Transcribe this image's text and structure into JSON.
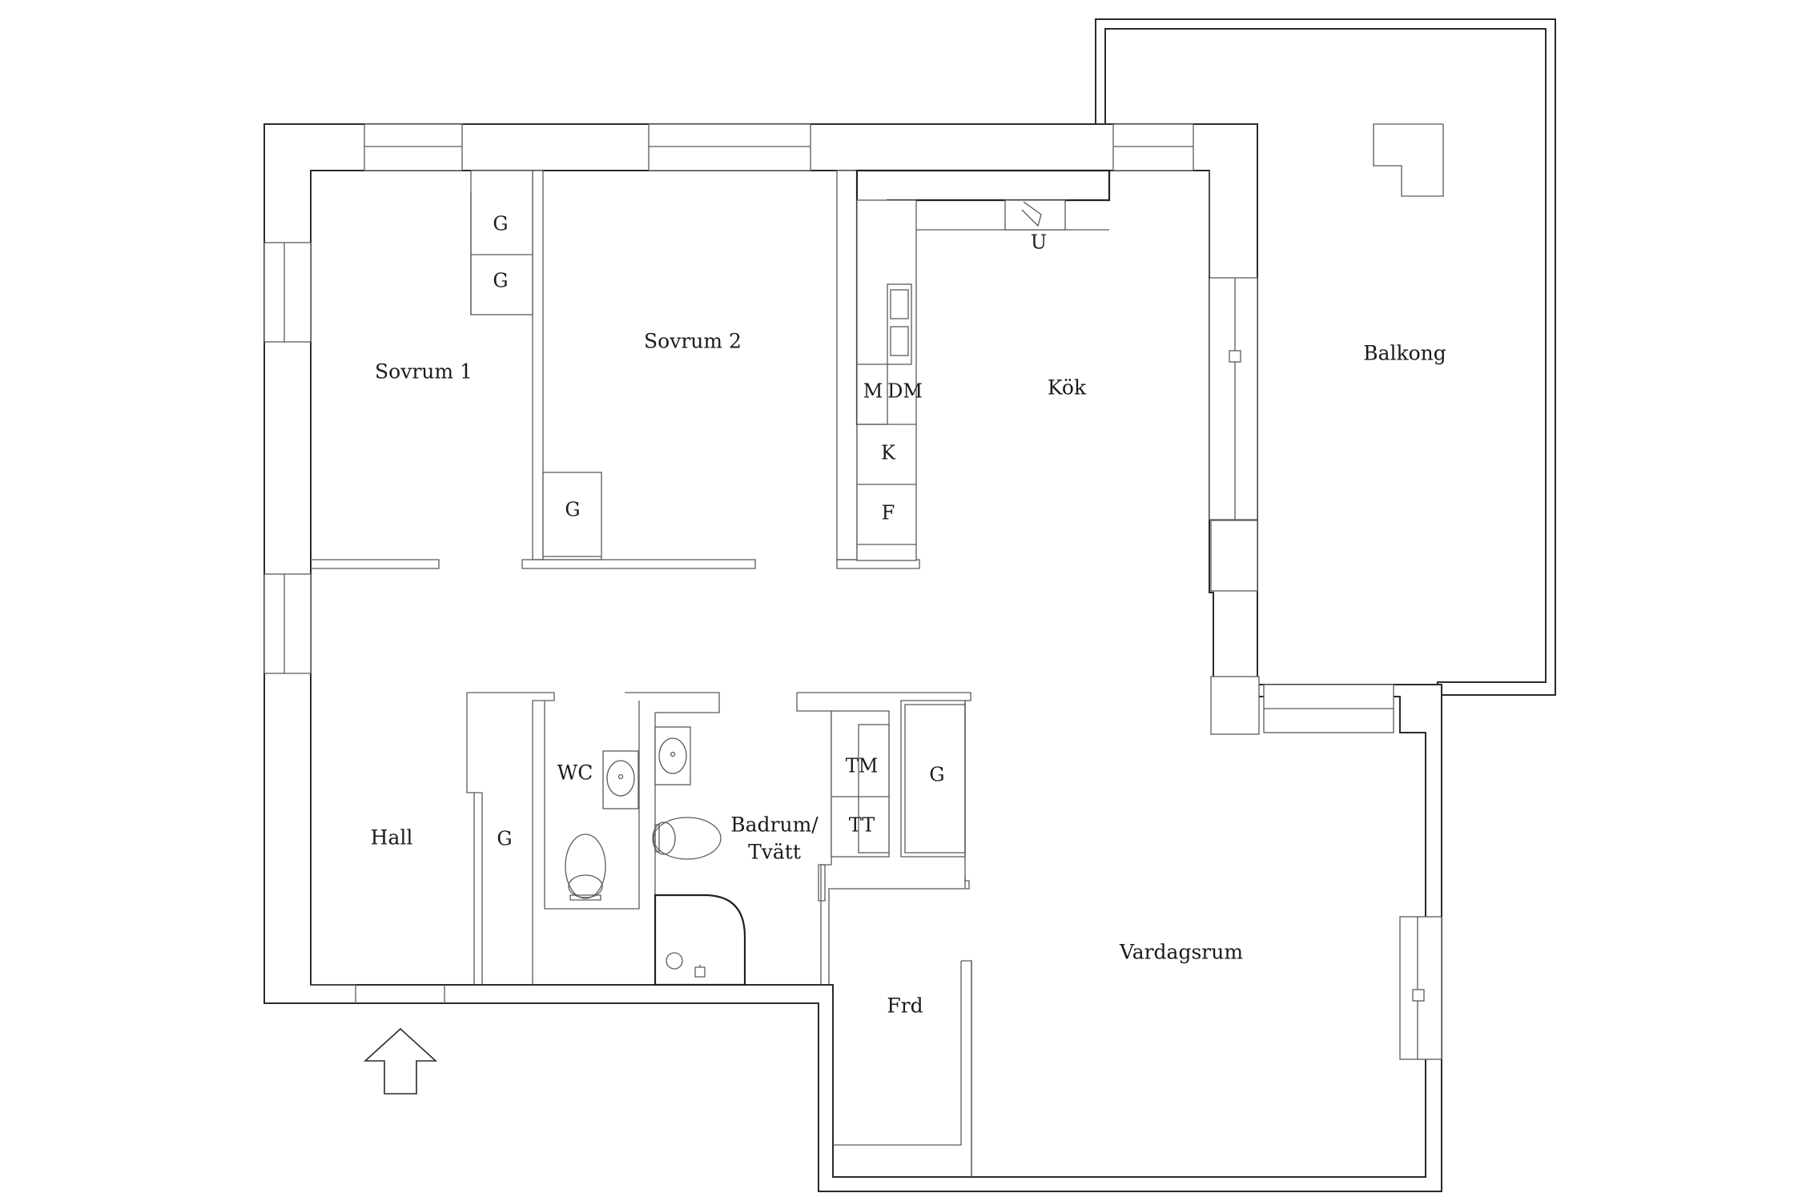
{
  "rooms": {
    "sovrum1": "Sovrum 1",
    "sovrum2": "Sovrum 2",
    "kok": "Kök",
    "balkong": "Balkong",
    "hall": "Hall",
    "wc": "WC",
    "badrum_line1": "Badrum/",
    "badrum_line2": "Tvätt",
    "vardagsrum": "Vardagsrum",
    "frd": "Frd"
  },
  "fixtures": {
    "garderob": "G",
    "ugn": "U",
    "mikro": "M",
    "diskmaskin": "DM",
    "kyl": "K",
    "frys": "F",
    "tvattmaskin": "TM",
    "torktumlare": "TT"
  }
}
